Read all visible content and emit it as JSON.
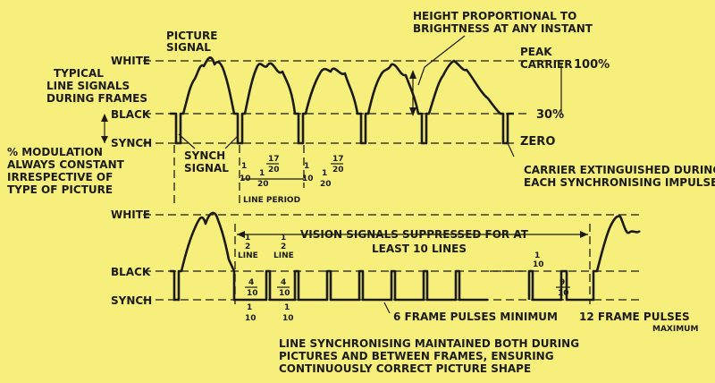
{
  "colors": {
    "background": "#f7ef7c",
    "ink": "#1b1b1b"
  },
  "labels": {
    "picture_signal_1": "PICTURE",
    "picture_signal_2": "SIGNAL",
    "height_1": "HEIGHT PROPORTIONAL TO",
    "height_2": "BRIGHTNESS AT ANY INSTANT",
    "peak_1": "PEAK",
    "peak_2": "CARRIER",
    "pct_100": "100%",
    "pct_30": "30%",
    "zero": "ZERO",
    "white_top": "WHITE",
    "black_top": "BLACK",
    "synch_top": "SYNCH",
    "typical_1": "TYPICAL",
    "typical_2": "LINE SIGNALS",
    "typical_3": "DURING FRAMES",
    "modulation_1": "% MODULATION",
    "modulation_2": "ALWAYS CONSTANT",
    "modulation_3": "IRRESPECTIVE OF",
    "modulation_4": "TYPE OF PICTURE",
    "synch_signal_1": "SYNCH",
    "synch_signal_2": "SIGNAL",
    "frac_17_a": "17",
    "frac_20_a": "20",
    "frac_17_b": "17",
    "frac_20_b": "20",
    "frac_1_10_a": "1",
    "frac_10_a": "10",
    "frac_1_20_a": "1",
    "frac_20_c": "20",
    "frac_1_10_b": "1",
    "frac_10_b": "10",
    "frac_1_20_b": "1",
    "frac_20_d": "20",
    "line_period": "LINE PERIOD",
    "carrier_1": "CARRIER EXTINGUISHED DURING",
    "carrier_2": "EACH SYNCHRONISING IMPULSE",
    "white_bottom": "WHITE",
    "black_bottom": "BLACK",
    "synch_bottom": "SYNCH",
    "half_line_num_a": "1",
    "half_line_den_a": "2",
    "line_word_a": "LINE",
    "half_line_num_b": "1",
    "half_line_den_b": "2",
    "line_word_b": "LINE",
    "suppressed_1": "VISION SIGNALS SUPPRESSED FOR AT",
    "suppressed_2": "LEAST 10 LINES",
    "frac_4_a": "4",
    "frac_10_c": "10",
    "frac_4_b": "4",
    "frac_10_d": "10",
    "frac_1_a": "1",
    "frac_10_e": "10",
    "frac_1_b": "1",
    "frac_10_f": "10",
    "frac_1_c": "1",
    "frac_10_g": "10",
    "frac_9": "9",
    "frac_10_h": "10",
    "six_pulses": "6 FRAME PULSES MINIMUM",
    "twelve_pulses_1": "12 FRAME PULSES",
    "twelve_pulses_2": "MAXIMUM",
    "maintained_1": "LINE SYNCHRONISING MAINTAINED BOTH DURING",
    "maintained_2": "PICTURES AND BETWEEN FRAMES, ENSURING",
    "maintained_3": "CONTINUOUSLY CORRECT PICTURE SHAPE"
  }
}
